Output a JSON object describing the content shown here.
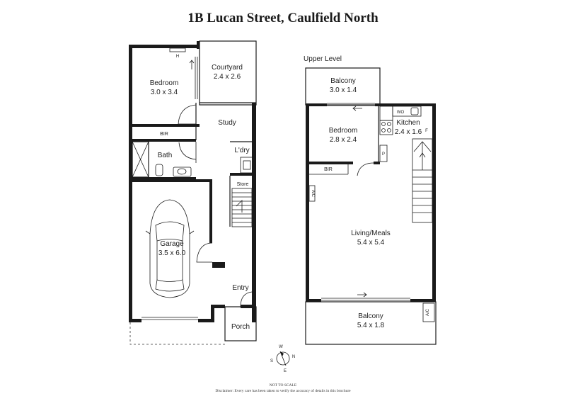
{
  "title": "1B Lucan Street, Caulfield North",
  "levels": {
    "upper_heading": "Upper Level"
  },
  "rooms": {
    "bedroom_ground": {
      "name": "Bedroom",
      "dims": "3.0 x 3.4"
    },
    "courtyard": {
      "name": "Courtyard",
      "dims": "2.4 x 2.6"
    },
    "study": {
      "name": "Study"
    },
    "bir_ground": {
      "name": "BIR"
    },
    "bath": {
      "name": "Bath"
    },
    "laundry": {
      "name": "L'dry"
    },
    "store": {
      "name": "Store"
    },
    "garage": {
      "name": "Garage",
      "dims": "3.5 x 6.0"
    },
    "entry": {
      "name": "Entry"
    },
    "porch": {
      "name": "Porch"
    },
    "balcony_top": {
      "name": "Balcony",
      "dims": "3.0 x 1.4"
    },
    "bedroom_upper": {
      "name": "Bedroom",
      "dims": "2.8 x 2.4"
    },
    "kitchen": {
      "name": "Kitchen",
      "dims": "2.4 x 1.6"
    },
    "bir_upper": {
      "name": "BIR"
    },
    "living": {
      "name": "Living/Meals",
      "dims": "5.4 x 5.4"
    },
    "balcony_bottom": {
      "name": "Balcony",
      "dims": "5.4 x 1.8"
    }
  },
  "fixtures": {
    "wo": "WO",
    "fridge": "F",
    "pantry": "P",
    "ac_upper": "A/C",
    "ac_balcony": "A/C",
    "heater": "H"
  },
  "compass": {
    "n": "N",
    "s": "S",
    "e": "E",
    "w": "W"
  },
  "footer": {
    "scale": "NOT TO SCALE",
    "disclaimer": "Disclaimer: Every care has been taken to verify the accuracy of details in this brochure"
  }
}
